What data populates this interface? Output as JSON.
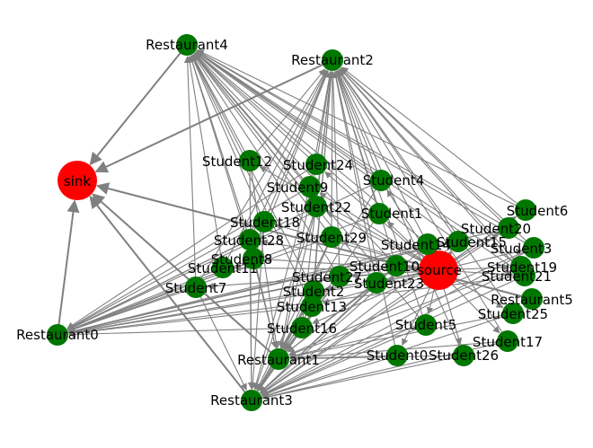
{
  "colors": {
    "source_sink": "#ff0000",
    "student": "#007700",
    "restaurant": "#007700",
    "edge": "#808080",
    "label": "#000000"
  },
  "nodes": [
    {
      "id": "sink",
      "label": "sink",
      "kind": "terminal"
    },
    {
      "id": "source",
      "label": "source",
      "kind": "terminal"
    },
    {
      "id": "Restaurant0",
      "label": "Restaurant0",
      "kind": "restaurant"
    },
    {
      "id": "Restaurant1",
      "label": "Restaurant1",
      "kind": "restaurant"
    },
    {
      "id": "Restaurant2",
      "label": "Restaurant2",
      "kind": "restaurant"
    },
    {
      "id": "Restaurant3",
      "label": "Restaurant3",
      "kind": "restaurant"
    },
    {
      "id": "Restaurant4",
      "label": "Restaurant4",
      "kind": "restaurant"
    },
    {
      "id": "Restaurant5",
      "label": "Restaurant5",
      "kind": "restaurant"
    },
    {
      "id": "Student0",
      "label": "Student0",
      "kind": "student"
    },
    {
      "id": "Student1",
      "label": "Student1",
      "kind": "student"
    },
    {
      "id": "Student2",
      "label": "Student2",
      "kind": "student"
    },
    {
      "id": "Student3",
      "label": "Student3",
      "kind": "student"
    },
    {
      "id": "Student4",
      "label": "Student4",
      "kind": "student"
    },
    {
      "id": "Student5",
      "label": "Student5",
      "kind": "student"
    },
    {
      "id": "Student6",
      "label": "Student6",
      "kind": "student"
    },
    {
      "id": "Student7",
      "label": "Student7",
      "kind": "student"
    },
    {
      "id": "Student8",
      "label": "Student8",
      "kind": "student"
    },
    {
      "id": "Student9",
      "label": "Student9",
      "kind": "student"
    },
    {
      "id": "Student10",
      "label": "Student10",
      "kind": "student"
    },
    {
      "id": "Student11",
      "label": "Student11",
      "kind": "student"
    },
    {
      "id": "Student12",
      "label": "Student12",
      "kind": "student"
    },
    {
      "id": "Student13",
      "label": "Student13",
      "kind": "student"
    },
    {
      "id": "Student14",
      "label": "Student14",
      "kind": "student"
    },
    {
      "id": "Student15",
      "label": "Student15",
      "kind": "student"
    },
    {
      "id": "Student16",
      "label": "Student16",
      "kind": "student"
    },
    {
      "id": "Student17",
      "label": "Student17",
      "kind": "student"
    },
    {
      "id": "Student18",
      "label": "Student18",
      "kind": "student"
    },
    {
      "id": "Student19",
      "label": "Student19",
      "kind": "student"
    },
    {
      "id": "Student20",
      "label": "Student20",
      "kind": "student"
    },
    {
      "id": "Student21",
      "label": "Student21",
      "kind": "student"
    },
    {
      "id": "Student22",
      "label": "Student22",
      "kind": "student"
    },
    {
      "id": "Student23",
      "label": "Student23",
      "kind": "student"
    },
    {
      "id": "Student24",
      "label": "Student24",
      "kind": "student"
    },
    {
      "id": "Student25",
      "label": "Student25",
      "kind": "student"
    },
    {
      "id": "Student26",
      "label": "Student26",
      "kind": "student"
    },
    {
      "id": "Student27",
      "label": "Student27",
      "kind": "student"
    },
    {
      "id": "Student28",
      "label": "Student28",
      "kind": "student"
    },
    {
      "id": "Student29",
      "label": "Student29",
      "kind": "student"
    }
  ]
}
